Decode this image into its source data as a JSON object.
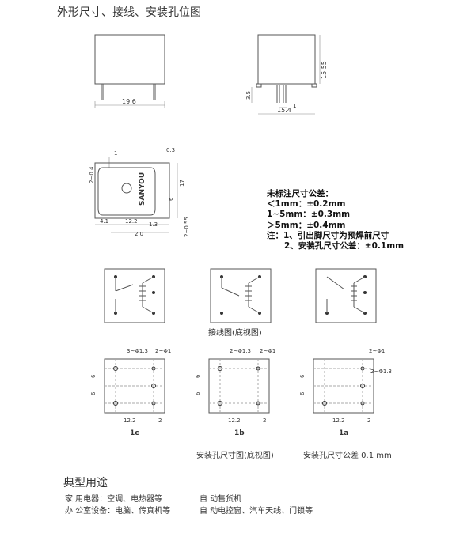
{
  "section1_title": "外形尺寸、接线、安装孔位图",
  "dims": {
    "front_width": "19.6",
    "side_height": "15.55",
    "side_pin": "3.5",
    "side_pin_pitch": "1",
    "side_width": "15.4",
    "top_1": "1",
    "top_03": "0.3",
    "top_204": "2~0.4",
    "top_17": "17",
    "top_6": "6",
    "top_41": "4.1",
    "top_122": "12.2",
    "top_13": "1.3",
    "top_20": "2.0",
    "top_2055": "2~0.55",
    "brand": "SANYOU"
  },
  "tolerance": {
    "l1": "未标注尺寸公差：",
    "l2": "＜1mm：±0.2mm",
    "l3": "1~5mm：±0.3mm",
    "l4": "＞5mm：±0.4mm",
    "l5": "注：1、引出脚尺寸为预焊前尺寸",
    "l6": "2、安装孔尺寸公差：±0.1mm"
  },
  "wiring_caption": "接线图(底视图)",
  "holes": {
    "c_label1": "3~Φ1.3",
    "c_label2": "2~Φ1",
    "c_6a": "6",
    "c_6b": "6",
    "c_122": "12.2",
    "c_2": "2",
    "c_name": "1c",
    "b_label1": "2~Φ1.3",
    "b_label2": "2~Φ1",
    "b_6a": "6",
    "b_6b": "6",
    "b_122": "12.2",
    "b_2": "2",
    "b_name": "1b",
    "a_label1": "2~Φ1",
    "a_label2": "2~Φ1.3",
    "a_6a": "6",
    "a_6b": "6",
    "a_122": "12.2",
    "a_2": "2",
    "a_name": "1a"
  },
  "holes_caption": "安装孔尺寸图(底视图)",
  "holes_tol": "安装孔尺寸公差 0.1 mm",
  "section2_title": "典型用途",
  "uses": {
    "u1": "家 用电器：空调、电热器等",
    "u2": "自 动售货机",
    "u3": "办 公室设备：电脑、传真机等",
    "u4": "自 动电控窗、汽车天线、门锁等"
  }
}
